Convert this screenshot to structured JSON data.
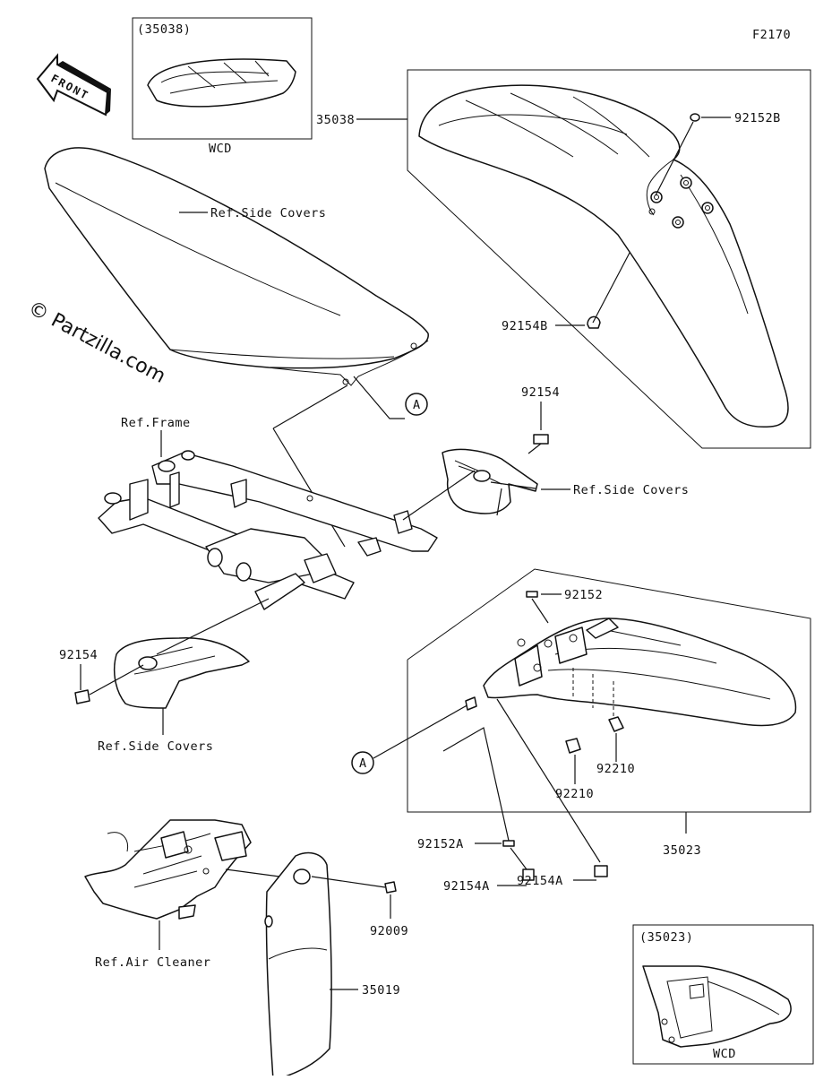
{
  "diagram_id": "F2170",
  "watermark": "© Partzilla.com",
  "front_label": "FRONT",
  "labels": {
    "p35038_inset": "(35038)",
    "inset_wcd_top": "WCD",
    "p35038": "35038",
    "p92152B": "92152B",
    "p92154B": "92154B",
    "ref_side_covers_seat": "Ref.Side Covers",
    "ref_frame": "Ref.Frame",
    "callout_a_top": "A",
    "p92154_right": "92154",
    "ref_side_covers_right": "Ref.Side Covers",
    "p92154_left": "92154",
    "ref_side_covers_left": "Ref.Side Covers",
    "p92152": "92152",
    "callout_a_bottom": "A",
    "p92210_a": "92210",
    "p92210_b": "92210",
    "p35023": "35023",
    "p92152A": "92152A",
    "p92154A_a": "92154A",
    "p92154A_b": "92154A",
    "p92009": "92009",
    "ref_air_cleaner": "Ref.Air Cleaner",
    "p35019": "35019",
    "p35023_inset": "(35023)",
    "inset_wcd_bottom": "WCD"
  }
}
